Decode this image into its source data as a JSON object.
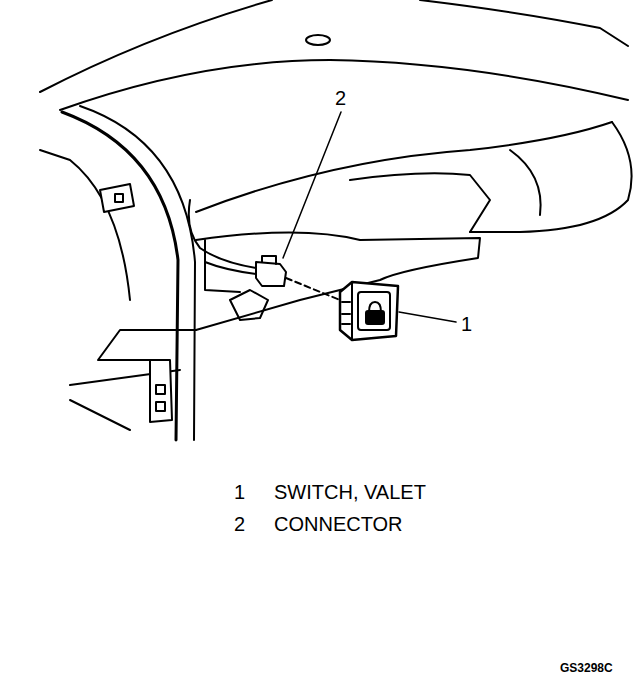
{
  "diagram": {
    "labels": [
      "2",
      "1",
      "1",
      "SWITCH, VALET",
      "2",
      "CONNECTOR",
      "GS3298C"
    ]
  }
}
